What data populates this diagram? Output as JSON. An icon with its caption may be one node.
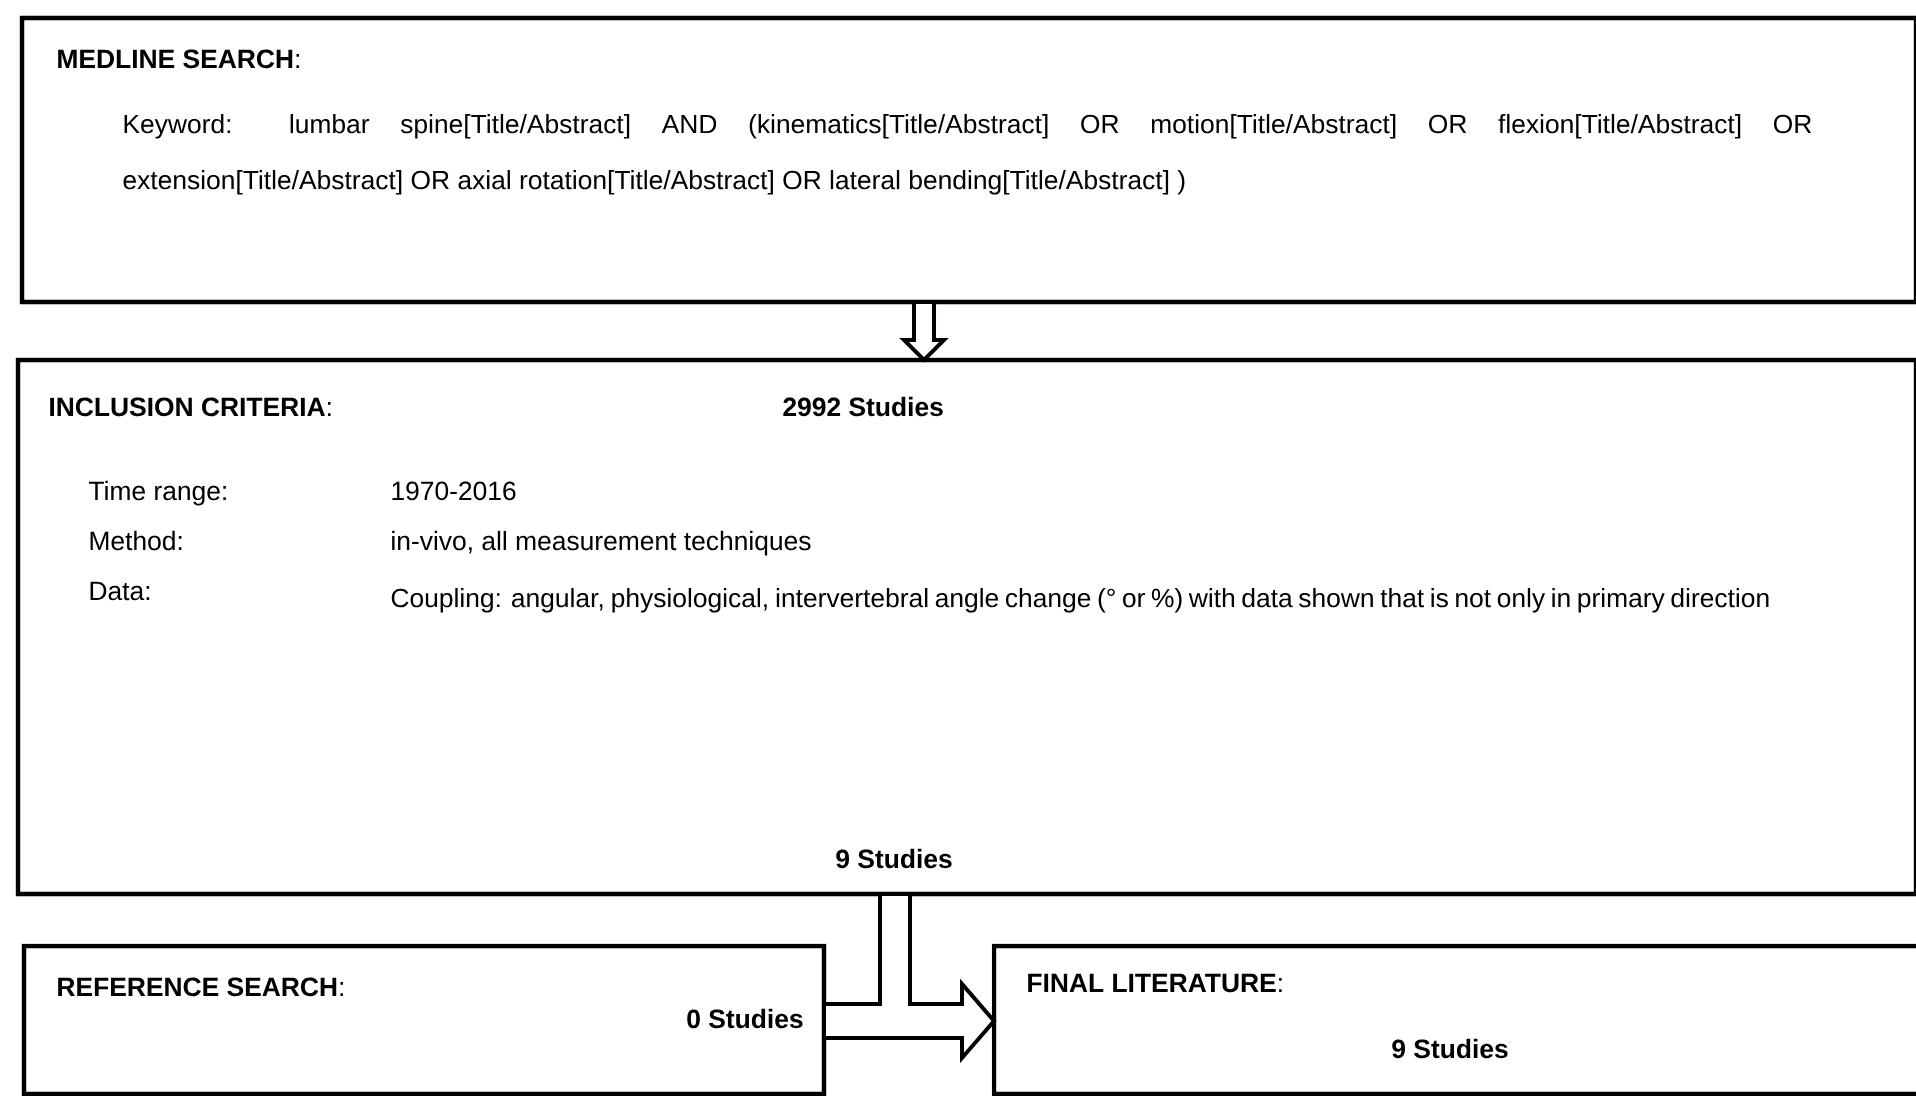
{
  "diagram": {
    "nodes": [
      {
        "text": [
          "**MEDLINE SEARCH**:",
          "Keyword: lumbar spine[Title/Abstract] AND (kinematics[Title/Abstract] OR motion[Title/Abstract] OR flexion[Title/Abstract] OR extension[Title/Abstract] OR axial rotation[Title/Abstract] OR lateral bending[Title/Abstract] )"
        ]
      },
      {
        "text": [
          "**INCLUSION CRITERIA**:",
          "2992 Studies",
          "Time range:",
          "1970-2016",
          "Method:",
          "in-vivo, all measurement techniques",
          "Data:",
          "Coupling: angular, physiological, intervertebral angle change (° or %) with data shown that is not only in primary direction",
          "9 Studies"
        ]
      },
      {
        "text": [
          "**REFERENCE SEARCH**:",
          "0 Studies"
        ]
      },
      {
        "text": [
          "**FINAL LITERATURE**:",
          "9 Studies"
        ]
      }
    ],
    "edges": [
      {
        "from": 0,
        "to": 1,
        "arrow": "to"
      },
      {
        "from": 1,
        "to": 3,
        "arrow": "to"
      },
      {
        "from": 2,
        "to": 3,
        "arrow": "to"
      }
    ]
  }
}
